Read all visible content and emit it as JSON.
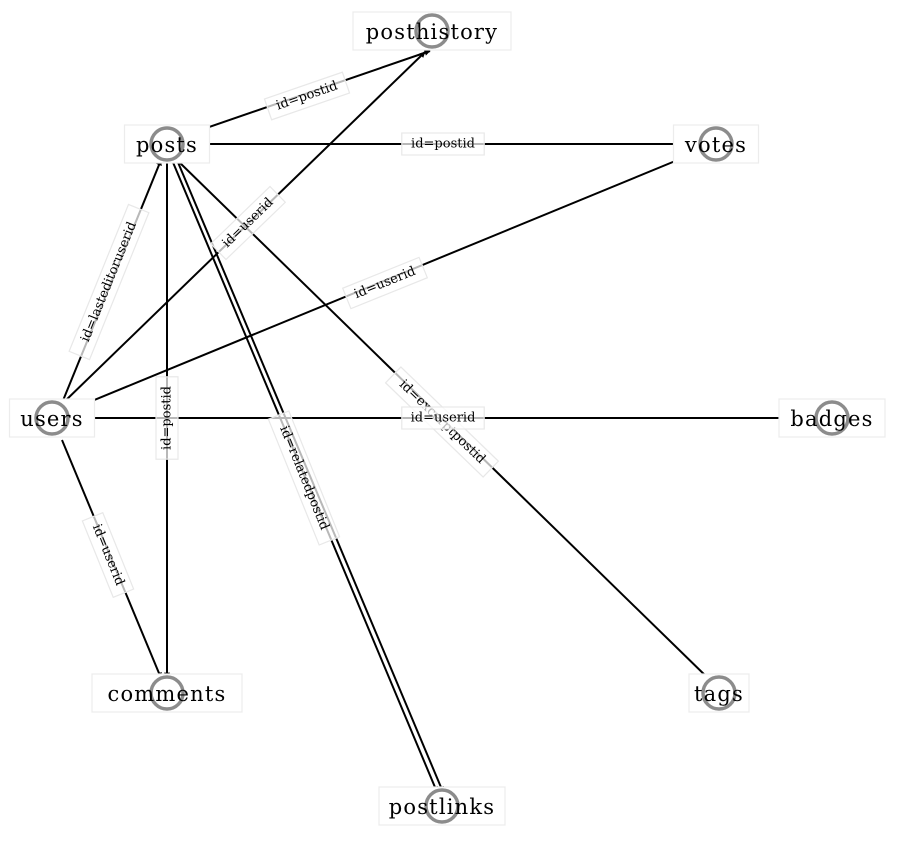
{
  "diagram": {
    "type": "directed-graph",
    "nodes": [
      {
        "id": "posthistory",
        "label": "posthistory"
      },
      {
        "id": "posts",
        "label": "posts"
      },
      {
        "id": "votes",
        "label": "votes"
      },
      {
        "id": "users",
        "label": "users"
      },
      {
        "id": "badges",
        "label": "badges"
      },
      {
        "id": "comments",
        "label": "comments"
      },
      {
        "id": "tags",
        "label": "tags"
      },
      {
        "id": "postlinks",
        "label": "postlinks"
      }
    ],
    "edges": [
      {
        "source": "posts",
        "target": "posthistory",
        "label": "id=postid"
      },
      {
        "source": "posts",
        "target": "votes",
        "label": "id=postid"
      },
      {
        "source": "users",
        "target": "posthistory",
        "label": "id=userid"
      },
      {
        "source": "users",
        "target": "posts",
        "label": "id=lasteditoruserid"
      },
      {
        "source": "users",
        "target": "votes",
        "label": "id=userid"
      },
      {
        "source": "posts",
        "target": "tags",
        "label": "id=excerptpostid"
      },
      {
        "source": "users",
        "target": "badges",
        "label": "id=userid"
      },
      {
        "source": "posts",
        "target": "comments",
        "label": "id=postid"
      },
      {
        "source": "posts",
        "target": "postlinks",
        "label": "id=relatedpostid"
      },
      {
        "source": "posts",
        "target": "postlinks",
        "label": ""
      },
      {
        "source": "users",
        "target": "comments",
        "label": "id=userid"
      }
    ]
  }
}
